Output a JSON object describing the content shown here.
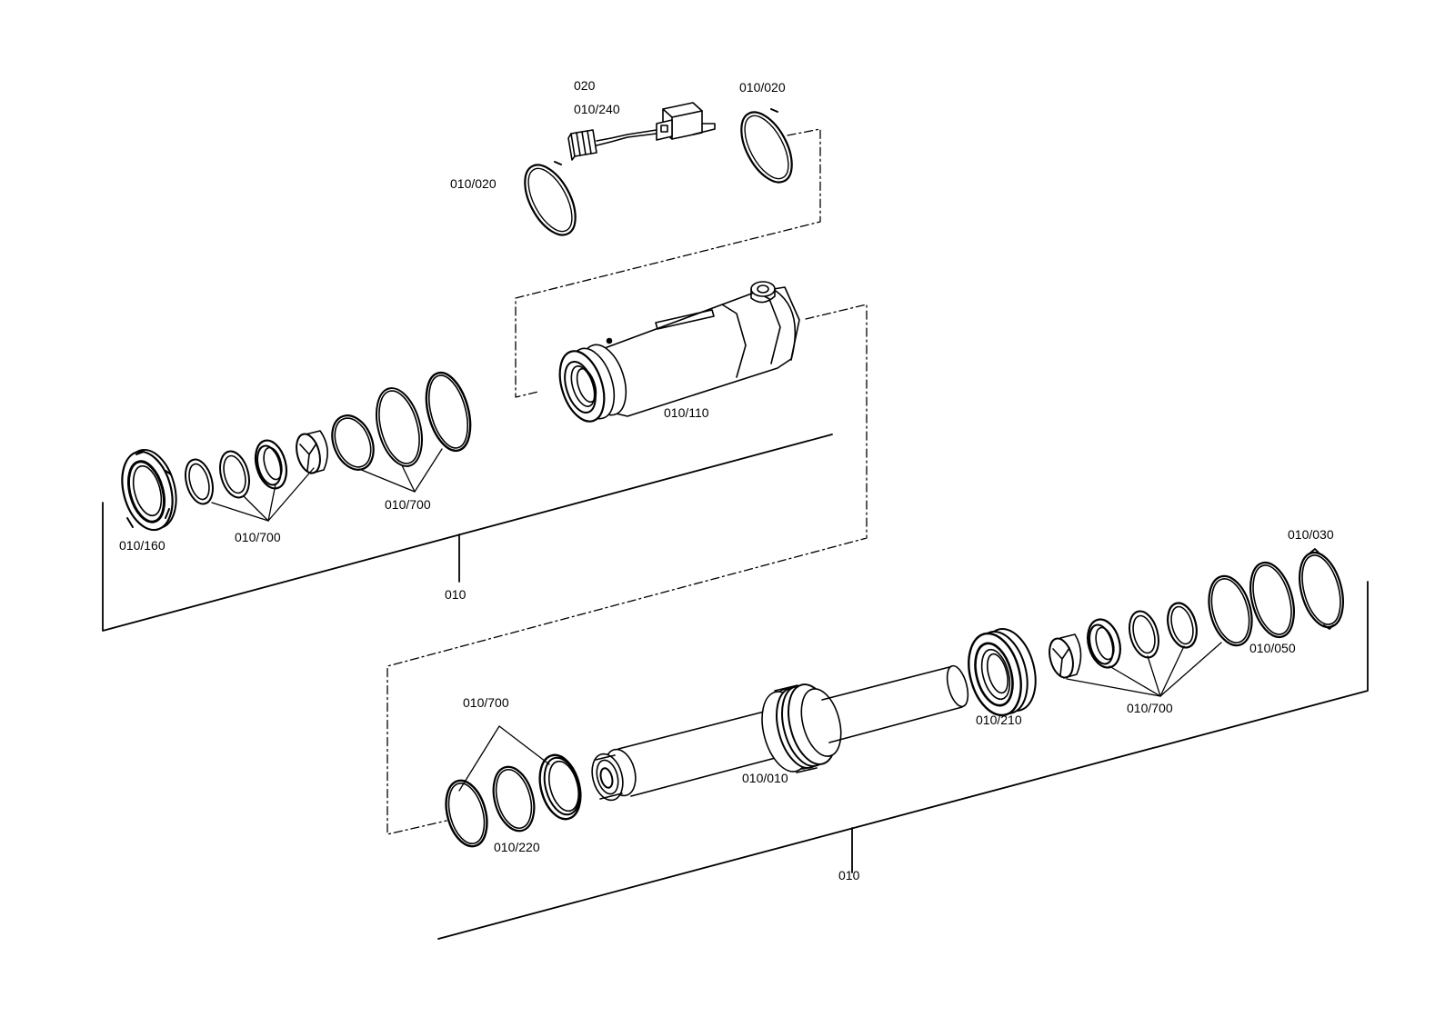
{
  "colors": {
    "ink": "#000000",
    "paper": "#ffffff",
    "shade": "#7a7a7a"
  },
  "labels": {
    "l020": "020",
    "l010_240": "010/240",
    "l010_020_right": "010/020",
    "l010_020_left": "010/020",
    "l010_110": "010/110",
    "l010_700_upper_right": "010/700",
    "l010_160": "010/160",
    "l010_700_upper_left": "010/700",
    "l010_upper": "010",
    "l010_030": "010/030",
    "l010_050": "010/050",
    "l010_700_lower_right": "010/700",
    "l010_210": "010/210",
    "l010_700_lower_left": "010/700",
    "l010_010": "010/010",
    "l010_220": "010/220",
    "l010_lower": "010"
  }
}
